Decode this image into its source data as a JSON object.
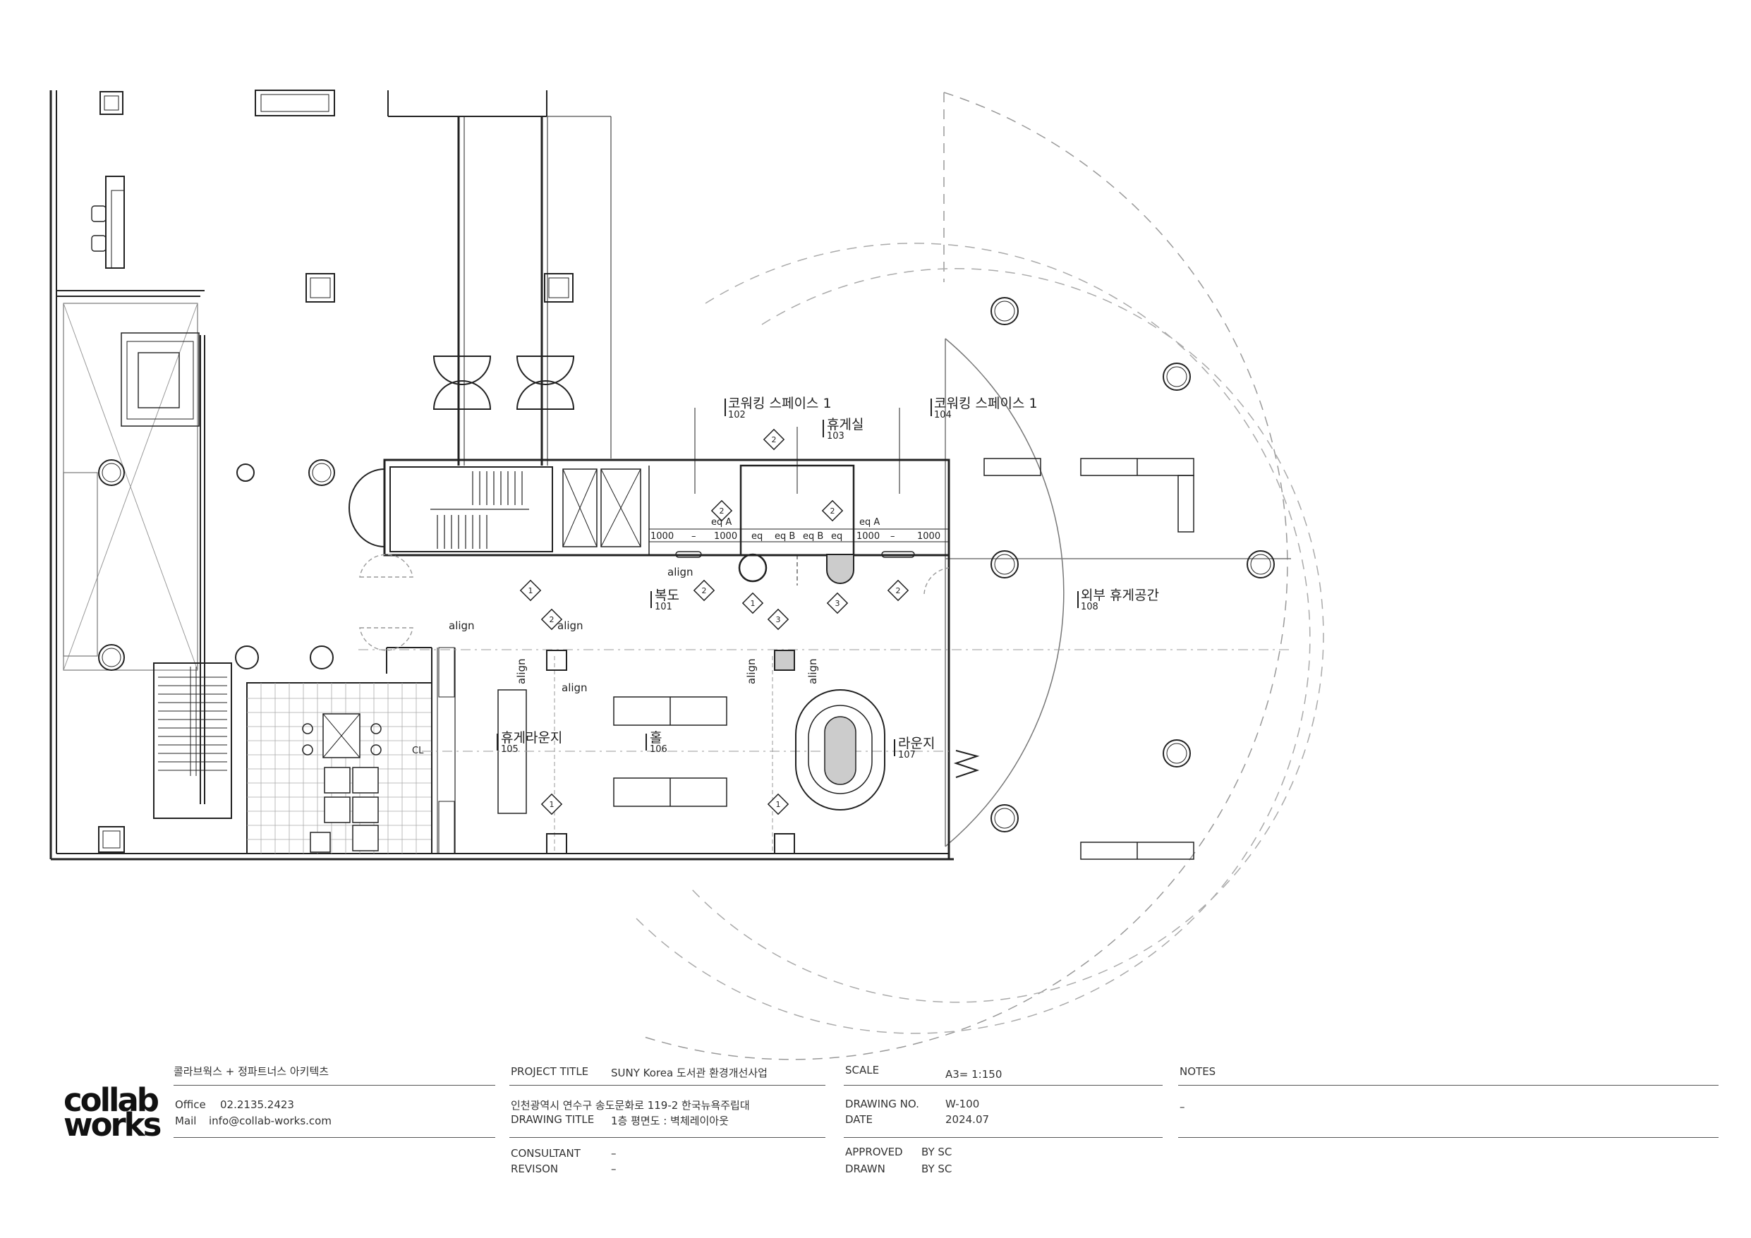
{
  "plan": {
    "rooms": [
      {
        "name": "코워킹 스페이스 1",
        "number": "102"
      },
      {
        "name": "휴게실",
        "number": "103"
      },
      {
        "name": "코워킹 스페이스 1",
        "number": "104"
      },
      {
        "name": "복도",
        "number": "101"
      },
      {
        "name": "외부 휴게공간",
        "number": "108"
      },
      {
        "name": "휴게라운지",
        "number": "105"
      },
      {
        "name": "홀",
        "number": "106"
      },
      {
        "name": "라운지",
        "number": "107"
      }
    ],
    "annotations": {
      "align": "align",
      "eq_a": "eq A",
      "eq_b": "eq B",
      "eq": "eq",
      "dim_1000": "1000",
      "dash": "–",
      "cl": "CL"
    },
    "markers": [
      "1",
      "2",
      "3"
    ]
  },
  "title_block": {
    "firm_name": "콜라브웍스 + 정파트너스 아키텍츠",
    "logo_line1": "collab",
    "logo_line2": "works",
    "office_label": "Office",
    "office_value": "02.2135.2423",
    "mail_label": "Mail",
    "mail_value": "info@collab-works.com",
    "project_title_label": "PROJECT TITLE",
    "project_title_value": "SUNY Korea 도서관 환경개선사업",
    "address": "인천광역시 연수구 송도문화로 119-2 한국뉴욕주립대",
    "drawing_title_label": "DRAWING TITLE",
    "drawing_title_value": "1층 평면도 : 벽체레이아웃",
    "consultant_label": "CONSULTANT",
    "consultant_value": "–",
    "revision_label": "REVISON",
    "revision_value": "–",
    "scale_label": "SCALE",
    "scale_value": "A3= 1:150",
    "drawing_no_label": "DRAWING NO.",
    "drawing_no_value": "W-100",
    "date_label": "DATE",
    "date_value": "2024.07",
    "approved_label": "APPROVED",
    "approved_by": "BY  SC",
    "drawn_label": "DRAWN",
    "drawn_by": "BY  SC",
    "notes_label": "NOTES",
    "notes_value": "–"
  }
}
